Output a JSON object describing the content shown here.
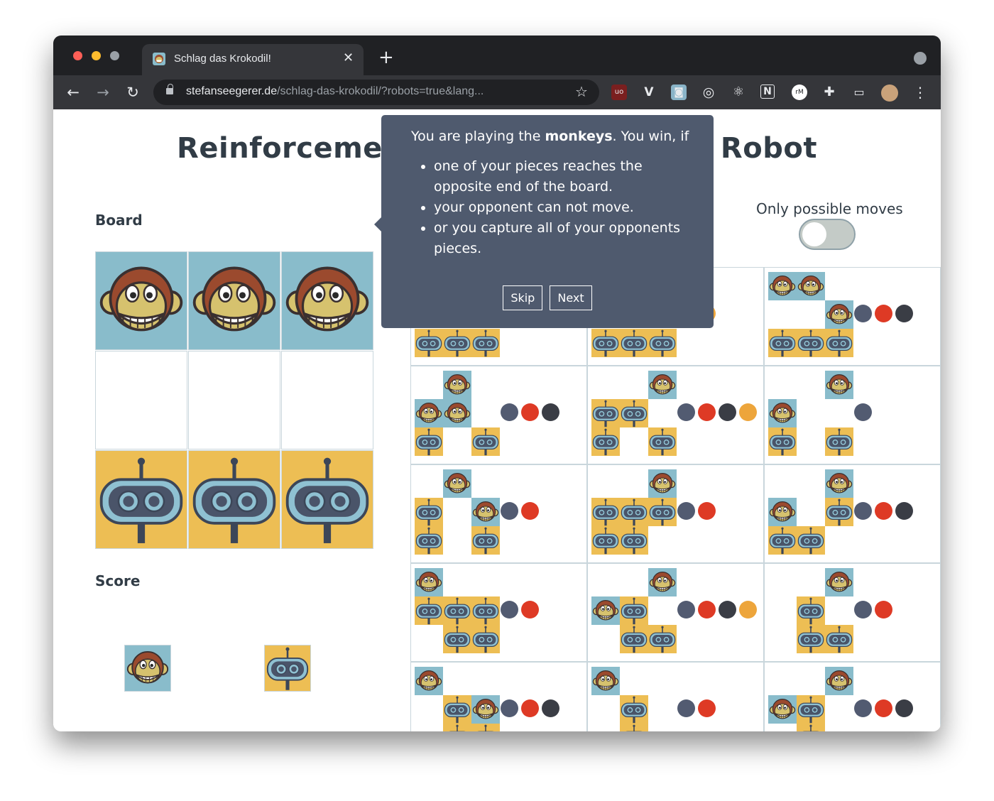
{
  "browser": {
    "tab_title": "Schlag das Krokodil!",
    "url_host": "stefanseegerer.de",
    "url_path": "/schlag-das-krokodil/?robots=true&lang...",
    "traffic_colors": [
      "#fe5f57",
      "#febc2e",
      "#28c840"
    ]
  },
  "page": {
    "title_left": "Reinforceme",
    "title_right": "Robot",
    "board_label": "Board",
    "score_label": "Score",
    "only_moves_label": "Only possible moves",
    "only_moves_on": false
  },
  "tutorial": {
    "intro_before": "You are playing the ",
    "intro_strong": "monkeys",
    "intro_after": ". You win, if",
    "conditions": [
      "one of your pieces reaches the opposite end of the board.",
      "your opponent can not move.",
      "or you capture all of your opponents pieces."
    ],
    "skip_label": "Skip",
    "next_label": "Next"
  },
  "colors": {
    "monkey_tile": "#89bccb",
    "robot_tile": "#edbe54",
    "text": "#313c46",
    "ball_slate": "#525b71",
    "ball_red": "#de3a25",
    "ball_dark": "#3a3d45",
    "ball_orange": "#eda53b"
  },
  "board": [
    [
      "monkey",
      "monkey",
      "monkey"
    ],
    [
      "empty",
      "empty",
      "empty"
    ],
    [
      "robot",
      "robot",
      "robot"
    ]
  ],
  "score": [
    "monkey",
    "robot"
  ],
  "matchboxes": [
    {
      "cells": [
        [
          "e",
          "e",
          "e"
        ],
        [
          "e",
          "e",
          "e"
        ],
        [
          "r",
          "r",
          "r"
        ]
      ],
      "balls": []
    },
    {
      "cells": [
        [
          "e",
          "e",
          "e"
        ],
        [
          "e",
          "e",
          "e"
        ],
        [
          "r",
          "r",
          "r"
        ]
      ],
      "balls": [
        "dark",
        "orange"
      ]
    },
    {
      "cells": [
        [
          "m",
          "m",
          "e"
        ],
        [
          "e",
          "e",
          "m"
        ],
        [
          "r",
          "r",
          "r"
        ]
      ],
      "balls": [
        "slate",
        "red",
        "dark"
      ]
    },
    {
      "cells": [
        [
          "e",
          "m",
          "e"
        ],
        [
          "m",
          "m",
          "e"
        ],
        [
          "r",
          "e",
          "r"
        ]
      ],
      "balls": [
        "slate",
        "red",
        "dark"
      ]
    },
    {
      "cells": [
        [
          "e",
          "e",
          "m"
        ],
        [
          "r",
          "r",
          "e"
        ],
        [
          "r",
          "e",
          "r"
        ]
      ],
      "balls": [
        "slate",
        "red",
        "dark",
        "orange"
      ]
    },
    {
      "cells": [
        [
          "e",
          "e",
          "m"
        ],
        [
          "m",
          "e",
          "e"
        ],
        [
          "r",
          "e",
          "r"
        ]
      ],
      "balls": [
        "slate"
      ]
    },
    {
      "cells": [
        [
          "e",
          "m",
          "e"
        ],
        [
          "r",
          "e",
          "m"
        ],
        [
          "r",
          "e",
          "r"
        ]
      ],
      "balls": [
        "slate",
        "red"
      ]
    },
    {
      "cells": [
        [
          "e",
          "e",
          "m"
        ],
        [
          "r",
          "r",
          "r"
        ],
        [
          "r",
          "r",
          "e"
        ]
      ],
      "balls": [
        "slate",
        "red"
      ]
    },
    {
      "cells": [
        [
          "e",
          "e",
          "m"
        ],
        [
          "m",
          "e",
          "r"
        ],
        [
          "r",
          "r",
          "e"
        ]
      ],
      "balls": [
        "slate",
        "red",
        "dark"
      ]
    },
    {
      "cells": [
        [
          "m",
          "e",
          "e"
        ],
        [
          "r",
          "r",
          "r"
        ],
        [
          "e",
          "r",
          "r"
        ]
      ],
      "balls": [
        "slate",
        "red"
      ]
    },
    {
      "cells": [
        [
          "e",
          "e",
          "m"
        ],
        [
          "m",
          "r",
          "e"
        ],
        [
          "e",
          "r",
          "r"
        ]
      ],
      "balls": [
        "slate",
        "red",
        "dark",
        "orange"
      ]
    },
    {
      "cells": [
        [
          "e",
          "e",
          "m"
        ],
        [
          "e",
          "r",
          "e"
        ],
        [
          "e",
          "r",
          "r"
        ]
      ],
      "balls": [
        "slate",
        "red"
      ]
    },
    {
      "cells": [
        [
          "m",
          "e",
          "e"
        ],
        [
          "e",
          "r",
          "m"
        ],
        [
          "e",
          "r",
          "r"
        ]
      ],
      "balls": [
        "slate",
        "red",
        "dark"
      ]
    },
    {
      "cells": [
        [
          "m",
          "e",
          "e"
        ],
        [
          "e",
          "r",
          "e"
        ],
        [
          "e",
          "r",
          "e"
        ]
      ],
      "balls": [
        "slate",
        "red"
      ]
    },
    {
      "cells": [
        [
          "e",
          "e",
          "m"
        ],
        [
          "m",
          "r",
          "e"
        ],
        [
          "e",
          "r",
          "e"
        ]
      ],
      "balls": [
        "slate",
        "red",
        "dark"
      ]
    }
  ]
}
